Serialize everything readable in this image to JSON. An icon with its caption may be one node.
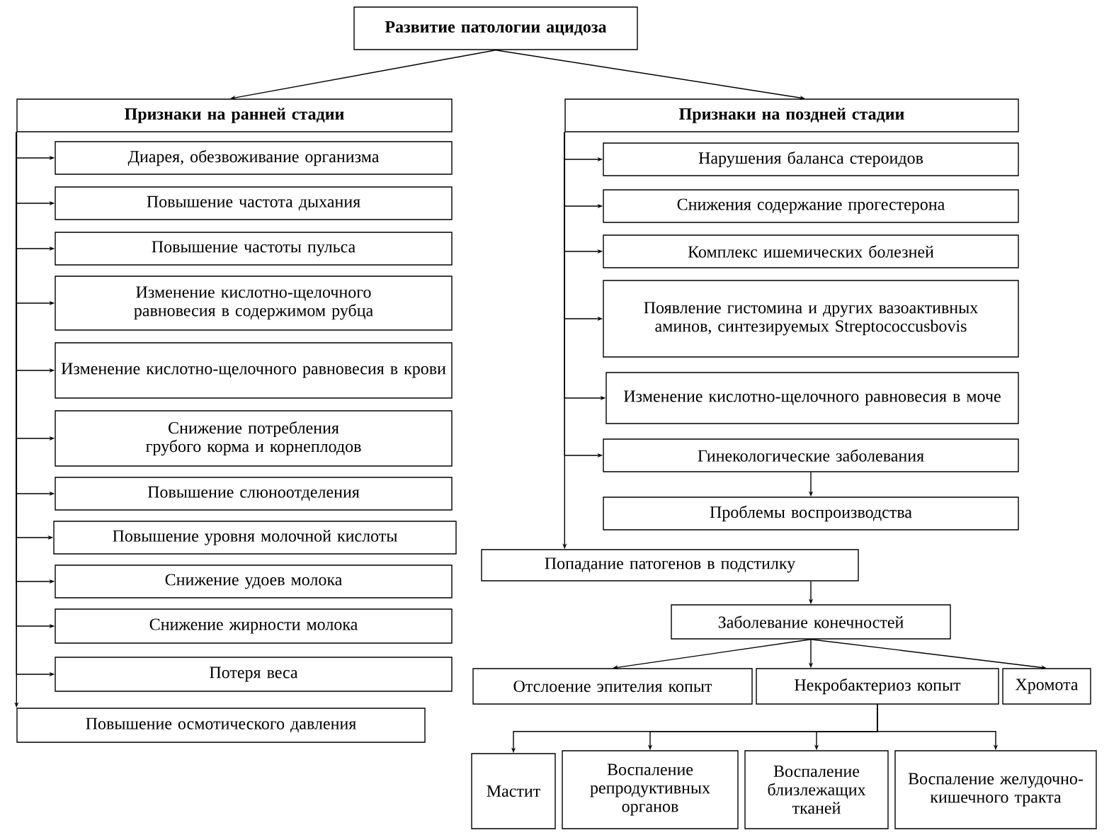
{
  "diagram": {
    "nodes": [
      {
        "text": [
          "Развитие патологии ацидоза"
        ]
      },
      {
        "text": [
          "Признаки на ранней стадии"
        ]
      },
      {
        "text": [
          "Признаки на поздней стадии"
        ]
      },
      {
        "text": [
          "Диарея, обезвоживание организма"
        ]
      },
      {
        "text": [
          "Повышение частота дыхания"
        ]
      },
      {
        "text": [
          "Повышение частоты пульса"
        ]
      },
      {
        "text": [
          "Изменение кислотно-щелочного равновесия в содержимом рубца"
        ]
      },
      {
        "text": [
          "Изменение кислотно-щелочного равновесия в крови"
        ]
      },
      {
        "text": [
          "Снижение потребления грубого корма и корнеплодов"
        ]
      },
      {
        "text": [
          "Повышение слюноотделения"
        ]
      },
      {
        "text": [
          "Повышение уровня молочной кислоты"
        ]
      },
      {
        "text": [
          "Снижение удоев молока"
        ]
      },
      {
        "text": [
          "Снижение жирности молока"
        ]
      },
      {
        "text": [
          "Потеря веса"
        ]
      },
      {
        "text": [
          "Повышение осмотического давления"
        ]
      },
      {
        "text": [
          "Нарушения баланса стероидов"
        ]
      },
      {
        "text": [
          "Снижения содержание прогестерона"
        ]
      },
      {
        "text": [
          "Комплекс ишемических болезней"
        ]
      },
      {
        "text": [
          "Появление гистомина и других вазоактивных аминов, синтезируемых Streptococcusbovis"
        ]
      },
      {
        "text": [
          "Изменение кислотно-щелочного равновесия в моче"
        ]
      },
      {
        "text": [
          "Гинекологические заболевания"
        ]
      },
      {
        "text": [
          "Проблемы воспроизводства"
        ]
      },
      {
        "text": [
          "Попадание патогенов в подстилку"
        ]
      },
      {
        "text": [
          "Заболевание конечностей"
        ]
      },
      {
        "text": [
          "Отслоение эпителия копыт"
        ]
      },
      {
        "text": [
          "Некробактериоз копыт"
        ]
      },
      {
        "text": [
          "Хромота"
        ]
      },
      {
        "text": [
          "Мастит"
        ]
      },
      {
        "text": [
          "Воспаление репродуктивных органов"
        ]
      },
      {
        "text": [
          "Воспаление близлежащих тканей"
        ]
      },
      {
        "text": [
          "Воспаление желудочно-кишечного тракта"
        ]
      }
    ],
    "edges": [
      {
        "from": 0,
        "to": 1,
        "arrow": "to"
      },
      {
        "from": 0,
        "to": 2,
        "arrow": "to"
      },
      {
        "from": 1,
        "to": 3,
        "arrow": "to"
      },
      {
        "from": 1,
        "to": 4,
        "arrow": "to"
      },
      {
        "from": 1,
        "to": 5,
        "arrow": "to"
      },
      {
        "from": 1,
        "to": 6,
        "arrow": "to"
      },
      {
        "from": 1,
        "to": 7,
        "arrow": "to"
      },
      {
        "from": 1,
        "to": 8,
        "arrow": "to"
      },
      {
        "from": 1,
        "to": 9,
        "arrow": "to"
      },
      {
        "from": 1,
        "to": 10,
        "arrow": "to"
      },
      {
        "from": 1,
        "to": 11,
        "arrow": "to"
      },
      {
        "from": 1,
        "to": 12,
        "arrow": "to"
      },
      {
        "from": 1,
        "to": 13,
        "arrow": "to"
      },
      {
        "from": 1,
        "to": 14,
        "arrow": "to"
      },
      {
        "from": 2,
        "to": 15,
        "arrow": "to"
      },
      {
        "from": 2,
        "to": 16,
        "arrow": "to"
      },
      {
        "from": 2,
        "to": 17,
        "arrow": "to"
      },
      {
        "from": 2,
        "to": 18,
        "arrow": "to"
      },
      {
        "from": 2,
        "to": 19,
        "arrow": "to"
      },
      {
        "from": 2,
        "to": 20,
        "arrow": "to"
      },
      {
        "from": 20,
        "to": 21,
        "arrow": "to"
      },
      {
        "from": 2,
        "to": 22,
        "arrow": "to"
      },
      {
        "from": 22,
        "to": 23,
        "arrow": "to"
      },
      {
        "from": 23,
        "to": 24,
        "arrow": "to"
      },
      {
        "from": 23,
        "to": 25,
        "arrow": "to"
      },
      {
        "from": 23,
        "to": 26,
        "arrow": "to"
      },
      {
        "from": 25,
        "to": 27,
        "arrow": "to"
      },
      {
        "from": 25,
        "to": 28,
        "arrow": "to"
      },
      {
        "from": 25,
        "to": 29,
        "arrow": "to"
      },
      {
        "from": 25,
        "to": 30,
        "arrow": "to"
      }
    ]
  }
}
